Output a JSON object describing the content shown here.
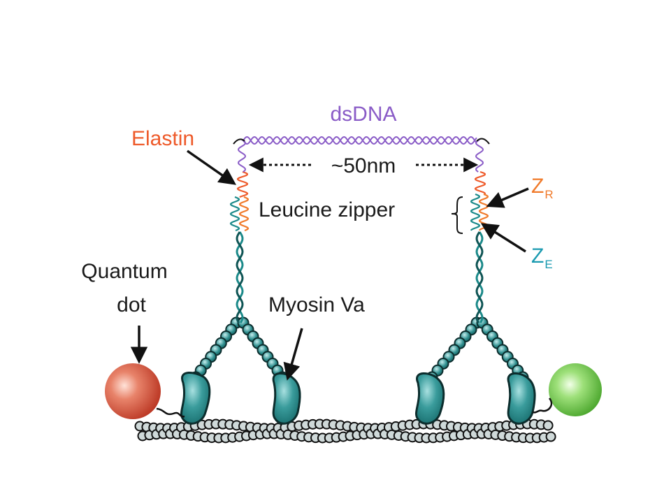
{
  "labels": {
    "dsdna": "dsDNA",
    "distance": "~50nm",
    "elastin": "Elastin",
    "leucine_zipper": "Leucine zipper",
    "zr_main": "Z",
    "zr_sub": "R",
    "ze_main": "Z",
    "ze_sub": "E",
    "quantum_dot_line1": "Quantum",
    "quantum_dot_line2": "dot",
    "myosin": "Myosin Va"
  },
  "colors": {
    "dna": "#8a5cc7",
    "elastin": "#ee5a2a",
    "zipper_r": "#f07a2a",
    "zipper_e": "#1c8a8a",
    "myosin": "#1f8f8f",
    "actin": "#cfd9d9",
    "qdot_left": "#d0432a",
    "qdot_right": "#5cc23a",
    "ze_label": "#1a9ab0"
  },
  "icons": [
    "quantum-dot-red",
    "quantum-dot-green",
    "myosin-motor",
    "actin-filament",
    "dsdna-helix"
  ]
}
